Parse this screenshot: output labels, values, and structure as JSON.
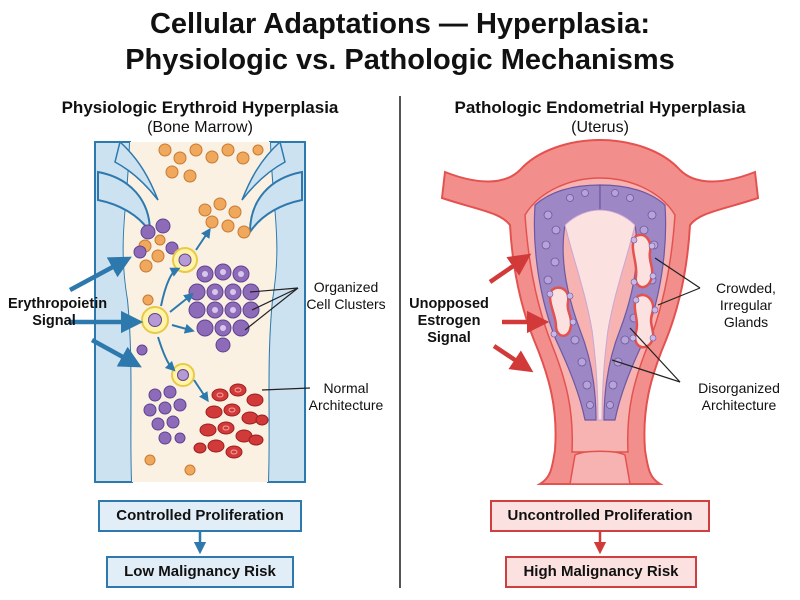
{
  "title_line1": "Cellular Adaptations — Hyperplasia:",
  "title_line2": "Physiologic vs. Pathologic Mechanisms",
  "left": {
    "title": "Physiologic Erythroid Hyperplasia",
    "subtitle": "(Bone Marrow)",
    "signal_line1": "Erythropoietin",
    "signal_line2": "Signal",
    "label_clusters_line1": "Organized",
    "label_clusters_line2": "Cell Clusters",
    "label_arch_line1": "Normal",
    "label_arch_line2": "Architecture",
    "box_top": "Controlled Proliferation",
    "box_bottom": "Low Malignancy Risk"
  },
  "right": {
    "title": "Pathologic Endometrial Hyperplasia",
    "subtitle": "(Uterus)",
    "signal_line1": "Unopposed",
    "signal_line2": "Estrogen",
    "signal_line3": "Signal",
    "label_glands_line1": "Crowded,",
    "label_glands_line2": "Irregular",
    "label_glands_line3": "Glands",
    "label_arch_line1": "Disorganized",
    "label_arch_line2": "Architecture",
    "box_top": "Uncontrolled Proliferation",
    "box_bottom": "High Malignancy Risk"
  },
  "colors": {
    "bone_blue": "#2d79ad",
    "bone_fill": "#cde2f1",
    "marrow_fill": "#fbf1e2",
    "orange_cell": "#f0a85c",
    "purple_cell": "#8d6bb8",
    "red_cell": "#d23a3a",
    "uterus_red": "#e4524f",
    "uterus_fill": "#f28f8c",
    "gland_purple": "#9d87c4"
  }
}
